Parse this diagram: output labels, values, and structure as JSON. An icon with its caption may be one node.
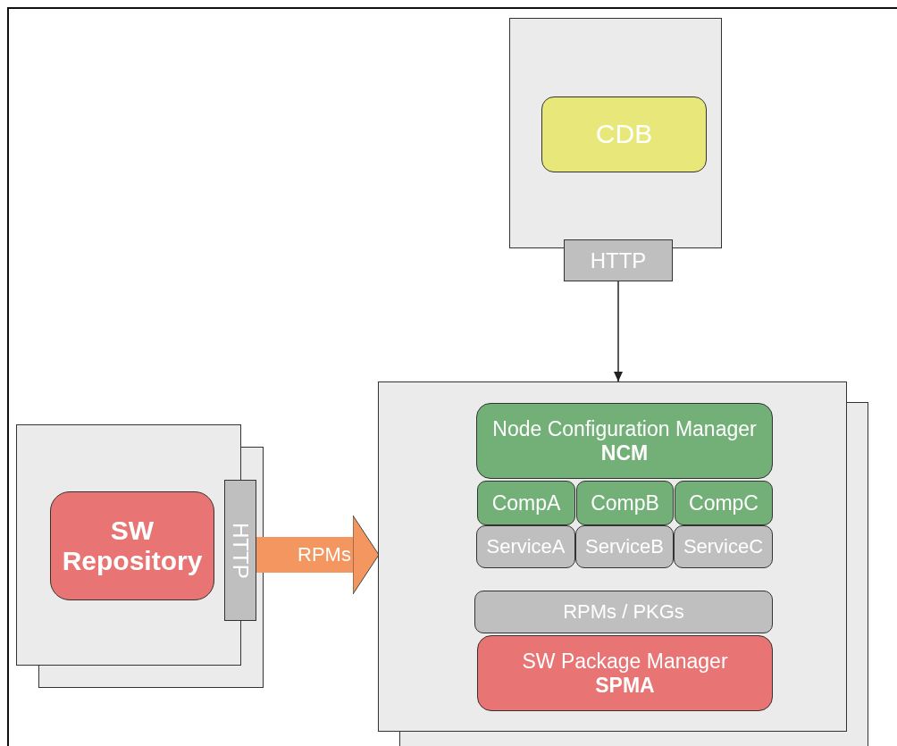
{
  "diagram": {
    "nodes": [
      {
        "text": [],
        "shape": "box"
      },
      {
        "text": [
          "CDB"
        ],
        "in": 0
      },
      {
        "text": [
          "HTTP"
        ]
      },
      {
        "text": [],
        "shape": "box"
      },
      {
        "text": [
          "SW Repository"
        ],
        "in": 3
      },
      {
        "text": [
          "HTTP"
        ]
      },
      {
        "text": [],
        "shape": "box"
      },
      {
        "text": [
          "Node Configuration Manager",
          "NCM"
        ],
        "in": 6
      },
      {
        "text": [
          "CompA"
        ],
        "in": 6
      },
      {
        "text": [
          "CompB"
        ],
        "in": 6
      },
      {
        "text": [
          "CompC"
        ],
        "in": 6
      },
      {
        "text": [
          "ServiceA"
        ],
        "in": 6
      },
      {
        "text": [
          "ServiceB"
        ],
        "in": 6
      },
      {
        "text": [
          "ServiceC"
        ],
        "in": 6
      },
      {
        "text": [
          "RPMs / PKGs"
        ],
        "in": 6
      },
      {
        "text": [
          "SW Package Manager",
          "SPMA"
        ],
        "in": 6
      }
    ],
    "edges": [
      {
        "from": 2,
        "to": 6,
        "arrow": "to"
      },
      {
        "from": 5,
        "to": 6,
        "arrow": "to",
        "label": "RPMs",
        "style": "thick",
        "color": "#f4965f"
      }
    ]
  }
}
